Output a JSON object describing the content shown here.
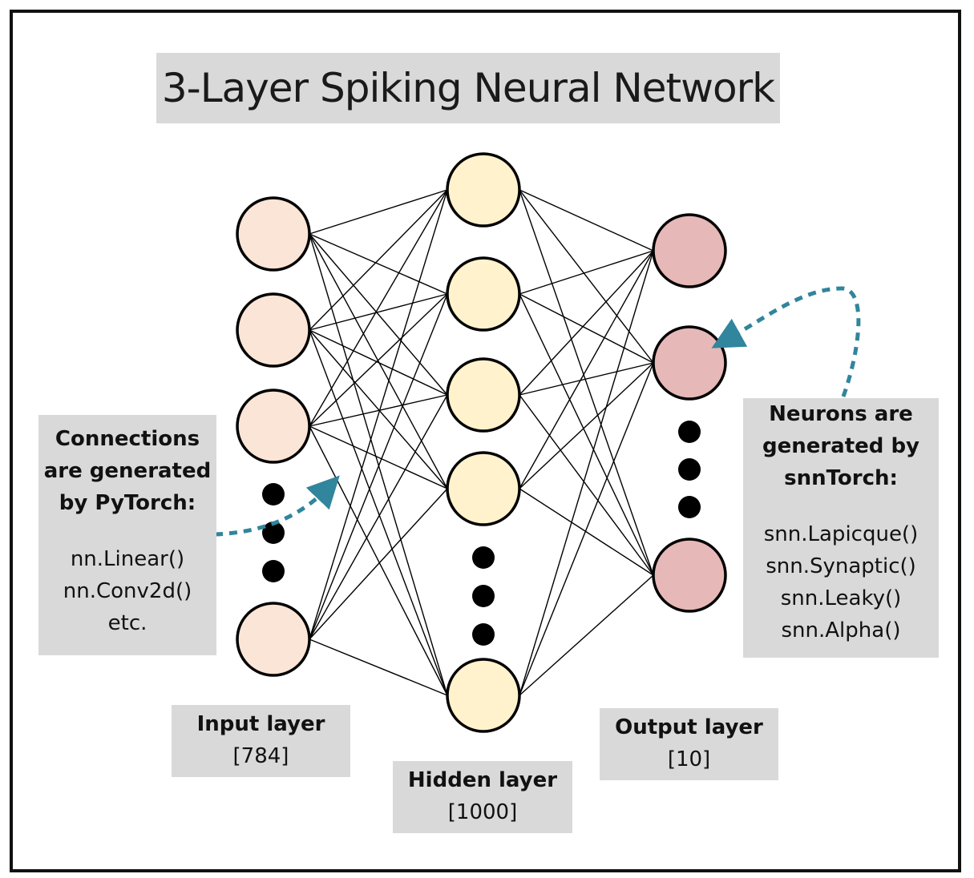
{
  "title": "3-Layer Spiking Neural Network",
  "colors": {
    "input_fill": "#fbe5d6",
    "hidden_fill": "#fff2cc",
    "output_fill": "#e6b8b7",
    "edge": "#000000",
    "arrow": "#31859c",
    "label_box": "#d9d9d9"
  },
  "layers": [
    {
      "id": "input",
      "label": "Input layer",
      "count": "[784]",
      "visible_nodes": 4
    },
    {
      "id": "hidden",
      "label": "Hidden layer",
      "count": "[1000]",
      "visible_nodes": 5
    },
    {
      "id": "output",
      "label": "Output layer",
      "count": "[10]",
      "visible_nodes": 3
    }
  ],
  "connections_note": {
    "heading": [
      "Connections",
      "are generated",
      "by PyTorch:"
    ],
    "items": [
      "nn.Linear()",
      "nn.Conv2d()",
      "etc."
    ]
  },
  "neurons_note": {
    "heading": [
      "Neurons are",
      "generated by",
      "snnTorch:"
    ],
    "items": [
      "snn.Lapicque()",
      "snn.Synaptic()",
      "snn.Leaky()",
      "snn.Alpha()"
    ]
  }
}
